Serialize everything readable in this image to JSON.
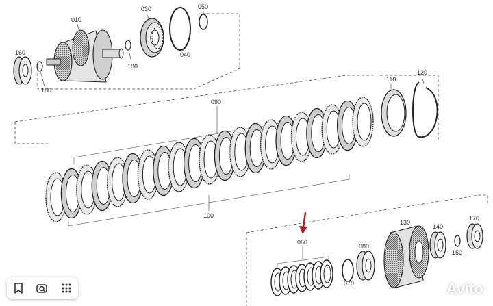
{
  "labels": {
    "p010": "010",
    "p030": "030",
    "p050": "050",
    "p040": "040",
    "p160": "160",
    "p180a": "180",
    "p180b": "180",
    "p090": "090",
    "p100": "100",
    "p110": "110",
    "p120": "120",
    "p060": "060",
    "p070": "070",
    "p080": "080",
    "p130": "130",
    "p140": "140",
    "p150": "150",
    "p170": "170"
  },
  "toolbar": {
    "icons": [
      "bookmark-icon",
      "search-image-icon",
      "grid-apps-icon"
    ]
  },
  "watermark": {
    "text": "Avito"
  },
  "colors": {
    "arrow": "#b01f1f",
    "line": "#333333",
    "watermark": "#ffffff"
  }
}
